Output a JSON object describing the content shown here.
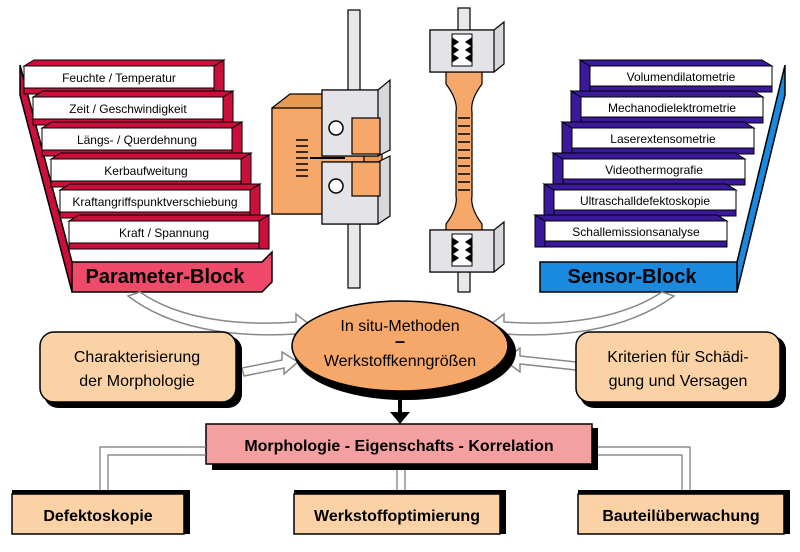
{
  "parameter_block": {
    "title": "Parameter-Block",
    "items": [
      "Feuchte / Temperatur",
      "Zeit / Geschwindigkeit",
      "Längs- / Querdehnung",
      "Kerbaufweitung",
      "Kraftangriffspunktverschiebung",
      "Kraft / Spannung"
    ]
  },
  "sensor_block": {
    "title": "Sensor-Block",
    "items": [
      "Volumendilatometrie",
      "Mechanodielektrometrie",
      "Laserextensometrie",
      "Videothermografie",
      "Ultraschalldefektoskopie",
      "Schallemissionsanalyse"
    ]
  },
  "center": {
    "line1": "In situ-Methoden",
    "dash": "–",
    "line2": "Werkstoffkenngrößen"
  },
  "left_box": {
    "line1": "Charakterisierung",
    "line2": "der Morphologie"
  },
  "right_box": {
    "line1": "Kriterien für Schädi-",
    "line2": "gung und Versagen"
  },
  "correlation": {
    "label": "Morphologie - Eigenschafts - Korrelation"
  },
  "outputs": [
    "Defektoskopie",
    "Werkstoffoptimierung",
    "Bauteilüberwachung"
  ],
  "colors": {
    "parameter_accent": "#c8103a",
    "parameter_title_bg": "#f04a6a",
    "sensor_accent": "#3a1a9a",
    "sensor_side": "#1a8ae0",
    "sensor_title_bg": "#1a8ae0",
    "orange": "#f5a86a",
    "peach": "#fbd2a6",
    "correlation_bg": "#f4a0a0"
  }
}
